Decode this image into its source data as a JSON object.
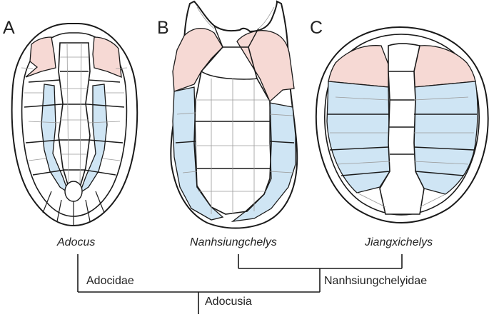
{
  "panels": [
    {
      "letter": "A",
      "taxon": "Adocus"
    },
    {
      "letter": "B",
      "taxon": "Nanhsiungchelys"
    },
    {
      "letter": "C",
      "taxon": "Jiangxichelys"
    }
  ],
  "clades": {
    "adocidae": "Adocidae",
    "nanhsiungchelyidae": "Nanhsiungchelyidae",
    "adocusia": "Adocusia"
  },
  "colors": {
    "outline": "#1a1a1a",
    "suture": "#9a9a9a",
    "pink": "#f6d9d4",
    "blue": "#cfe5f4",
    "background": "#ffffff"
  }
}
